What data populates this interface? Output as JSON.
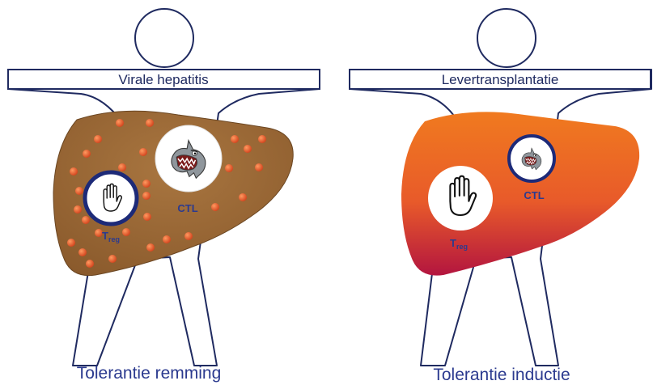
{
  "panels": [
    {
      "banner": "Virale hepatitis",
      "caption": "Tolerantie remming",
      "treg_label": "T",
      "treg_subscript": "reg",
      "ctl_label": "CTL",
      "liver_style": "brown with red-orange dots"
    },
    {
      "banner": "Levertransplantatie",
      "caption": "Tolerantie inductie",
      "treg_label": "T",
      "treg_subscript": "reg",
      "ctl_label": "CTL",
      "liver_style": "orange-to-crimson gradient"
    }
  ],
  "icons": {
    "treg": "stop-hand-icon",
    "ctl": "shark-icon"
  },
  "colors": {
    "outline": "#1f2a60",
    "liver_brown": "#9b6a3a",
    "liver_orange": "#ef7a22",
    "liver_crimson": "#b81b45",
    "dot": "#e2552a",
    "text_blue": "#2b3a8f"
  }
}
